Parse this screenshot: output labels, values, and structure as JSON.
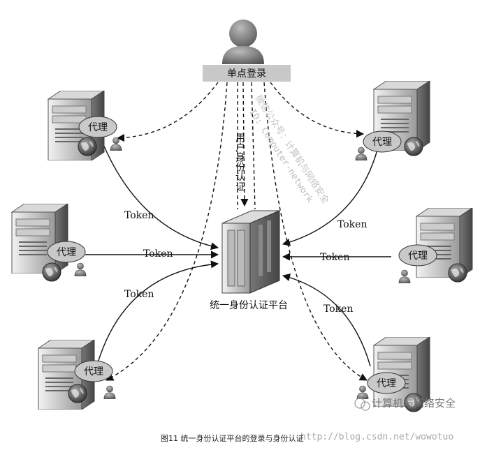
{
  "sso": {
    "label": "单点登录"
  },
  "auth_link_label": "用户身份认证",
  "center": {
    "label": "统一身份认证平台"
  },
  "agent_label": "代理",
  "token_label": "Token",
  "servers": [
    {
      "position": "top-left"
    },
    {
      "position": "middle-left"
    },
    {
      "position": "bottom-left"
    },
    {
      "position": "top-right"
    },
    {
      "position": "middle-right"
    },
    {
      "position": "bottom-right"
    }
  ],
  "watermark": {
    "diagonal_line1": "微信公众号：计算机与网络安全",
    "diagonal_line2": "ID: Computer-network",
    "brand": "计算机与网络安全",
    "url": "http://blog.csdn.net/wowotuo"
  },
  "caption": {
    "text": "图11  统一身份认证平台的登录与身份认证"
  },
  "colors": {
    "sso_bar": "#c8c8c8",
    "line": "#111111",
    "agent_fill": "#c9c9c9"
  }
}
